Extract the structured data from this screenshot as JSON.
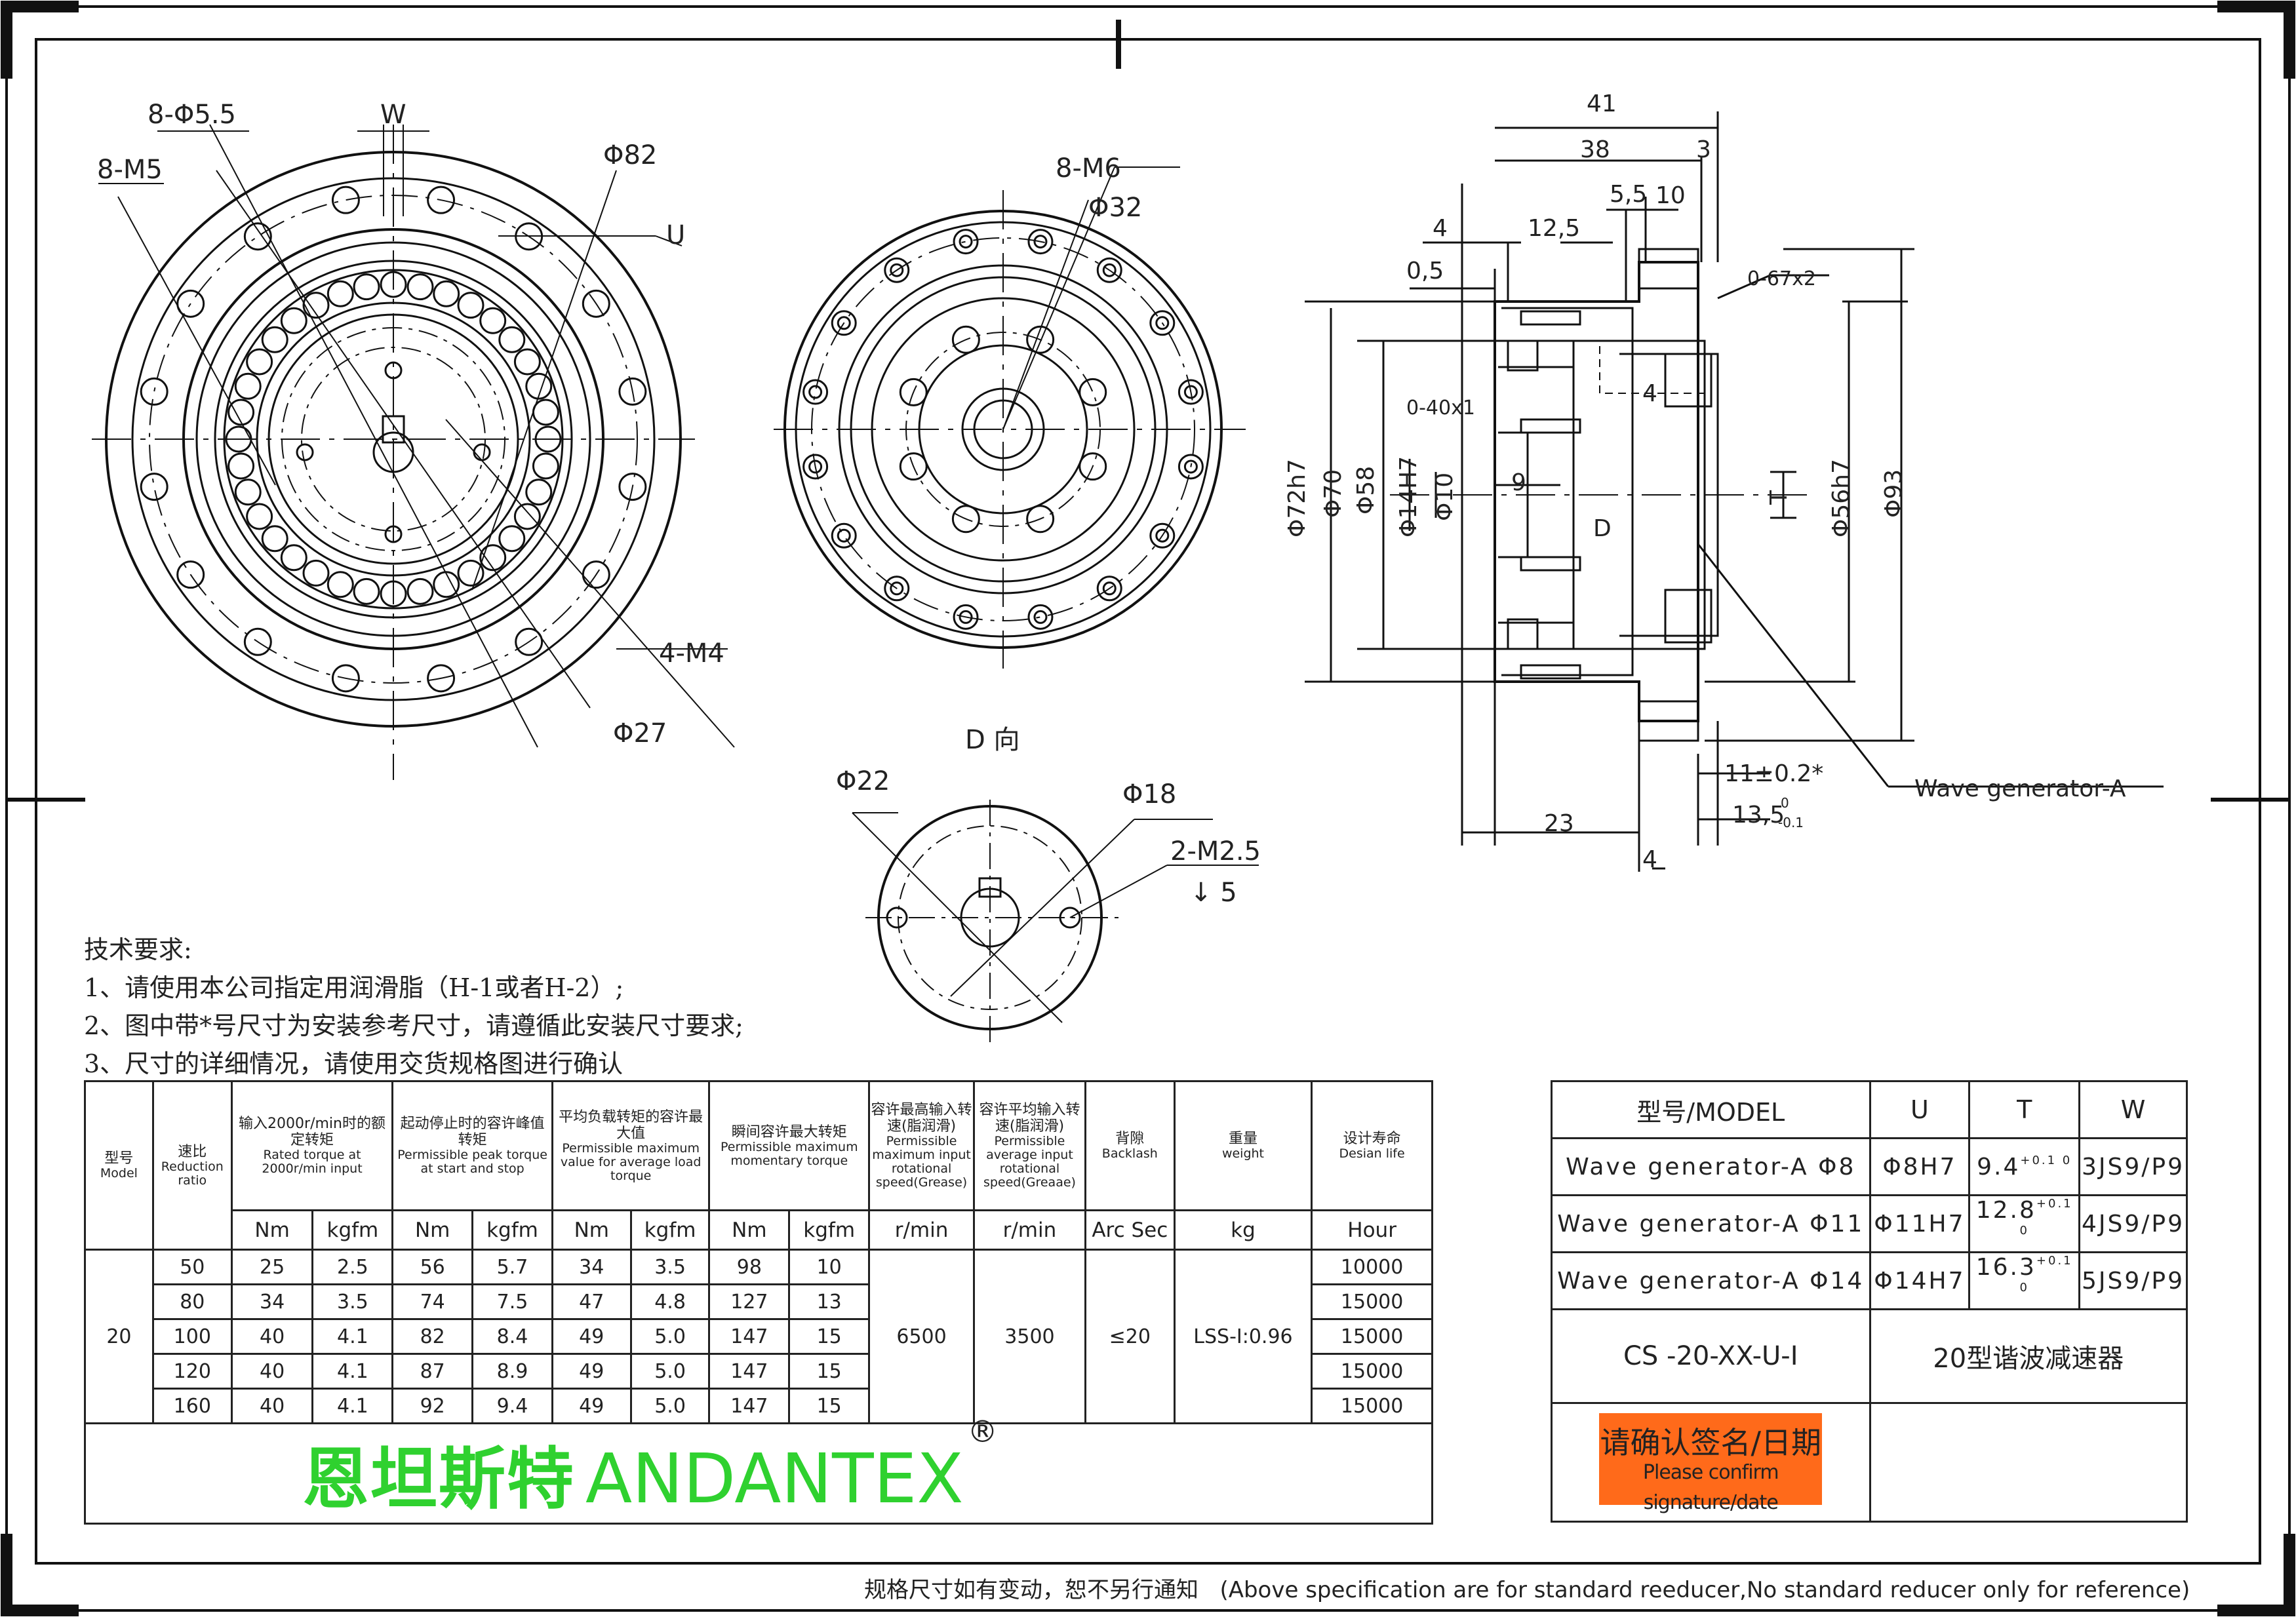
{
  "drawing_labels": {
    "front_view": {
      "holes_outer": "8-Φ5.5",
      "thread_outer": "8-M5",
      "key_width": "W",
      "dia_82": "Φ82",
      "dim_u": "U",
      "thread_inner": "4-M4",
      "dia_27": "Φ27"
    },
    "rear_view": {
      "thread": "8-M6",
      "dia_32": "Φ32"
    },
    "d_view": {
      "title": "D 向",
      "dia_22": "Φ22",
      "dia_18": "Φ18",
      "thread": "2-M2.5",
      "depth": "↓ 5"
    },
    "section_view": {
      "len_41": "41",
      "len_38": "38",
      "len_3": "3",
      "len_5_5": "5,5",
      "len_10": "10",
      "len_4_top": "4",
      "len_12_5": "12,5",
      "len_0_5": "0,5",
      "chamfer_1": "0-67x2",
      "chamfer_2": "0-40x1",
      "dia_72h7": "Φ72h7",
      "dia_70": "Φ70",
      "dia_58": "Φ58",
      "dia_14h7": "Φ14H7",
      "dia_10": "Φ10",
      "len_9": "9",
      "len_4_mid": "4",
      "dim_t": "T",
      "dim_d": "D",
      "dia_56h7": "Φ56h7",
      "dia_93": "Φ93",
      "len_11": "11±0.2*",
      "len_13_5": "13,5",
      "tol_13_5": "0\n-0.1",
      "len_23": "23",
      "len_4_bottom": "4",
      "wave_gen": "Wave generator-A"
    }
  },
  "notes": {
    "title": "技术要求:",
    "items": [
      "1、请使用本公司指定用润滑脂（H-1或者H-2）;",
      "2、图中带*号尺寸为安装参考尺寸，请遵循此安装尺寸要求;",
      "3、尺寸的详细情况，请使用交货规格图进行确认"
    ]
  },
  "spec_table": {
    "headers": {
      "model_cn": "型号",
      "model_en": "Model",
      "ratio_cn": "速比",
      "ratio_en": "Reduction ratio",
      "rated_cn": "输入2000r/min时的额定转矩",
      "rated_en": "Rated torque at 2000r/min input",
      "peak_cn": "起动停止时的容许峰值转矩",
      "peak_en": "Permissible peak torque at start and stop",
      "avg_cn": "平均负载转矩的容许最大值",
      "avg_en": "Permissible maximum value for average load torque",
      "moment_cn": "瞬间容许最大转矩",
      "moment_en": "Permissible maximum momentary torque",
      "maxspeed_cn": "容许最高输入转速(脂润滑)",
      "maxspeed_en": "Permissible maximum input rotational speed(Grease)",
      "avgspeed_cn": "容许平均输入转速(脂润滑)",
      "avgspeed_en": "Permissible average input rotational speed(Greaae)",
      "backlash_cn": "背隙",
      "backlash_en": "Backlash",
      "weight_cn": "重量",
      "weight_en": "weight",
      "life_cn": "设计寿命",
      "life_en": "Desian life"
    },
    "units": [
      "Nm",
      "kgfm",
      "Nm",
      "kgfm",
      "Nm",
      "kgfm",
      "Nm",
      "kgfm",
      "r/min",
      "r/min",
      "Arc Sec",
      "kg",
      "Hour"
    ],
    "model": "20",
    "max_speed": "6500",
    "avg_speed": "3500",
    "backlash": "≤20",
    "weight": "LSS-I:0.96",
    "rows": [
      {
        "ratio": "50",
        "rated_nm": "25",
        "rated_kgfm": "2.5",
        "peak_nm": "56",
        "peak_kgfm": "5.7",
        "avg_nm": "34",
        "avg_kgfm": "3.5",
        "mom_nm": "98",
        "mom_kgfm": "10",
        "life": "10000"
      },
      {
        "ratio": "80",
        "rated_nm": "34",
        "rated_kgfm": "3.5",
        "peak_nm": "74",
        "peak_kgfm": "7.5",
        "avg_nm": "47",
        "avg_kgfm": "4.8",
        "mom_nm": "127",
        "mom_kgfm": "13",
        "life": "15000"
      },
      {
        "ratio": "100",
        "rated_nm": "40",
        "rated_kgfm": "4.1",
        "peak_nm": "82",
        "peak_kgfm": "8.4",
        "avg_nm": "49",
        "avg_kgfm": "5.0",
        "mom_nm": "147",
        "mom_kgfm": "15",
        "life": "15000"
      },
      {
        "ratio": "120",
        "rated_nm": "40",
        "rated_kgfm": "4.1",
        "peak_nm": "87",
        "peak_kgfm": "8.9",
        "avg_nm": "49",
        "avg_kgfm": "5.0",
        "mom_nm": "147",
        "mom_kgfm": "15",
        "life": "15000"
      },
      {
        "ratio": "160",
        "rated_nm": "40",
        "rated_kgfm": "4.1",
        "peak_nm": "92",
        "peak_kgfm": "9.4",
        "avg_nm": "49",
        "avg_kgfm": "5.0",
        "mom_nm": "147",
        "mom_kgfm": "15",
        "life": "15000"
      }
    ],
    "brand_cn": "恩坦斯特",
    "brand_en": "ANDANTEX",
    "brand_reg": "®",
    "brand_color": "#2fd12f"
  },
  "model_table": {
    "headers": [
      "型号/MODEL",
      "U",
      "T",
      "W"
    ],
    "rows": [
      {
        "model": "Wave generator-A Φ8",
        "u": "Φ8H7",
        "t": "9.4",
        "t_tol": "+0.1 0",
        "w": "3JS9/P9"
      },
      {
        "model": "Wave generator-A Φ11",
        "u": "Φ11H7",
        "t": "12.8",
        "t_tol": "+0.1 0",
        "w": "4JS9/P9"
      },
      {
        "model": "Wave generator-A Φ14",
        "u": "Φ14H7",
        "t": "16.3",
        "t_tol": "+0.1 0",
        "w": "5JS9/P9"
      }
    ],
    "code": "CS  -20-XX-U-I",
    "product_name": "20型谐波减速器",
    "confirm_cn": "请确认签名/日期",
    "confirm_en": "Please confirm signature/date",
    "confirm_color": "#ff6a1a"
  },
  "footer": {
    "cn": "规格尺寸如有变动，恕不另行通知",
    "en": "(Above specification are for standard reeducer,No standard reducer only for reference)"
  }
}
